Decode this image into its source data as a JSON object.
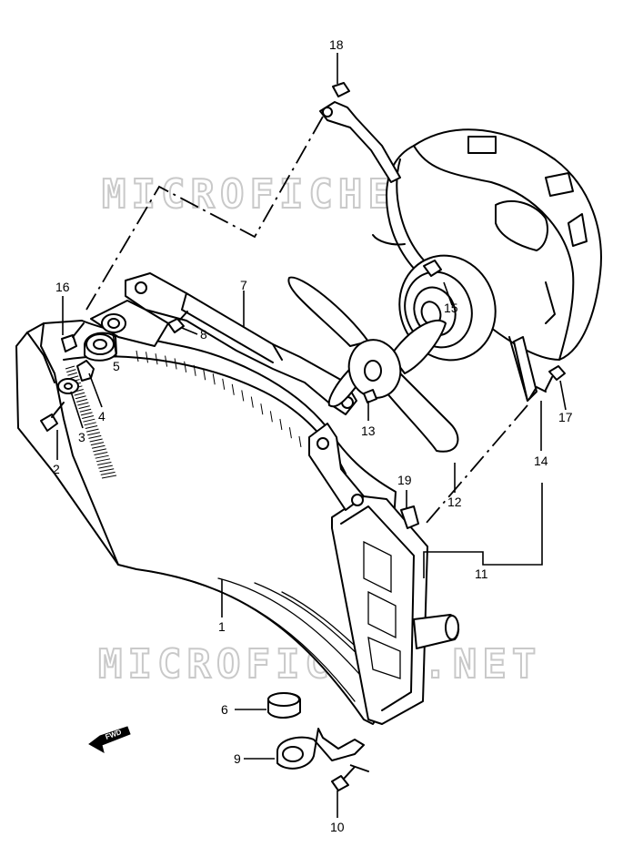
{
  "watermark": {
    "text": "MICROFICHES.NET"
  },
  "fwd_label": "FWD",
  "parts": [
    {
      "id": "part-1",
      "label": "1"
    },
    {
      "id": "part-2",
      "label": "2"
    },
    {
      "id": "part-3",
      "label": "3"
    },
    {
      "id": "part-4",
      "label": "4"
    },
    {
      "id": "part-5",
      "label": "5"
    },
    {
      "id": "part-6",
      "label": "6"
    },
    {
      "id": "part-7",
      "label": "7"
    },
    {
      "id": "part-8",
      "label": "8"
    },
    {
      "id": "part-9",
      "label": "9"
    },
    {
      "id": "part-10",
      "label": "10"
    },
    {
      "id": "part-11",
      "label": "11"
    },
    {
      "id": "part-12",
      "label": "12"
    },
    {
      "id": "part-13",
      "label": "13"
    },
    {
      "id": "part-14",
      "label": "14"
    },
    {
      "id": "part-15",
      "label": "15"
    },
    {
      "id": "part-16",
      "label": "16"
    },
    {
      "id": "part-17",
      "label": "17"
    },
    {
      "id": "part-18",
      "label": "18"
    },
    {
      "id": "part-19",
      "label": "19"
    }
  ]
}
